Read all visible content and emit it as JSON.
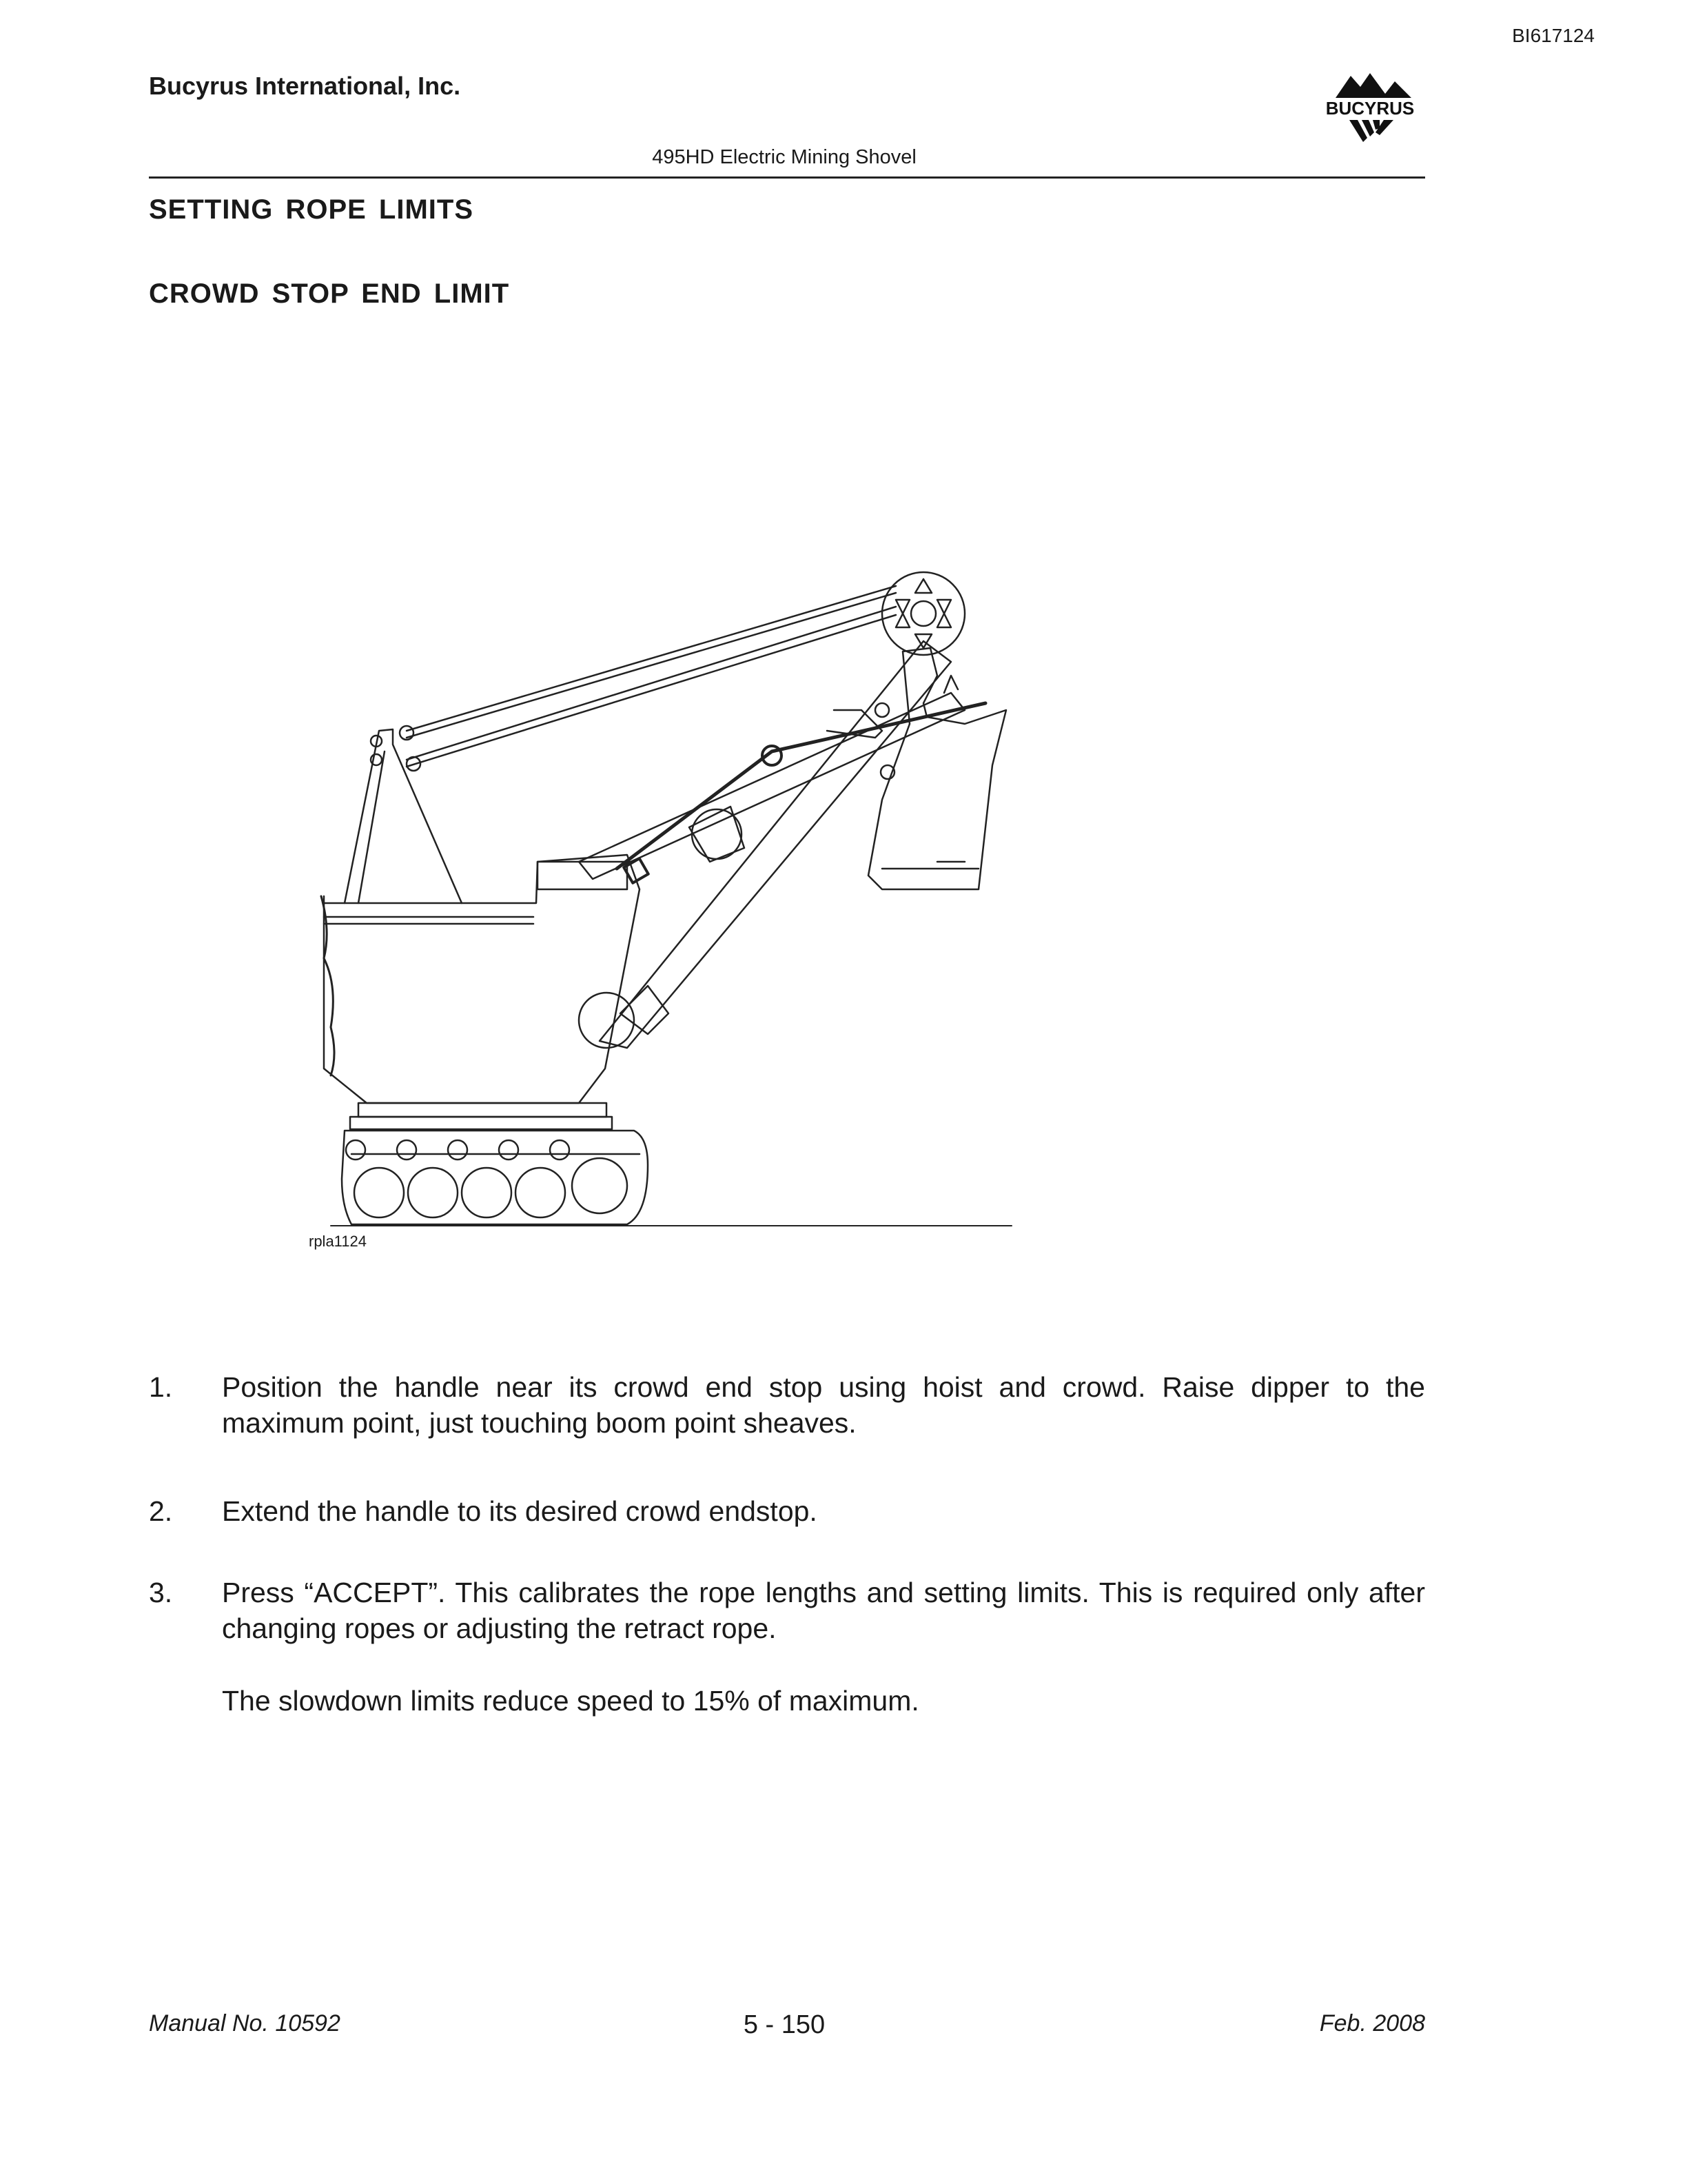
{
  "header": {
    "doc_id": "BI617124",
    "company": "Bucyrus International, Inc.",
    "logo_text": "BUCYRUS",
    "subtitle": "495HD Electric Mining Shovel"
  },
  "headings": {
    "section": "SETTING ROPE LIMITS",
    "subsection": "CROWD STOP END LIMIT"
  },
  "figure": {
    "label": "rpla1124",
    "icon": "electric-mining-shovel-drawing"
  },
  "steps": [
    {
      "num": "1.",
      "text": "Position the handle near its crowd end stop using hoist and crowd. Raise dipper to the maximum point, just touching boom point sheaves."
    },
    {
      "num": "2.",
      "text": "Extend the handle to its desired crowd endstop."
    },
    {
      "num": "3.",
      "text": "Press “ACCEPT”. This calibrates the rope lengths and setting limits. This is required only after changing ropes or adjusting the retract rope."
    }
  ],
  "note": "The slowdown limits reduce speed to 15% of maximum.",
  "footer": {
    "manual": "Manual No. 10592",
    "page": "5 - 150",
    "date": "Feb. 2008"
  }
}
